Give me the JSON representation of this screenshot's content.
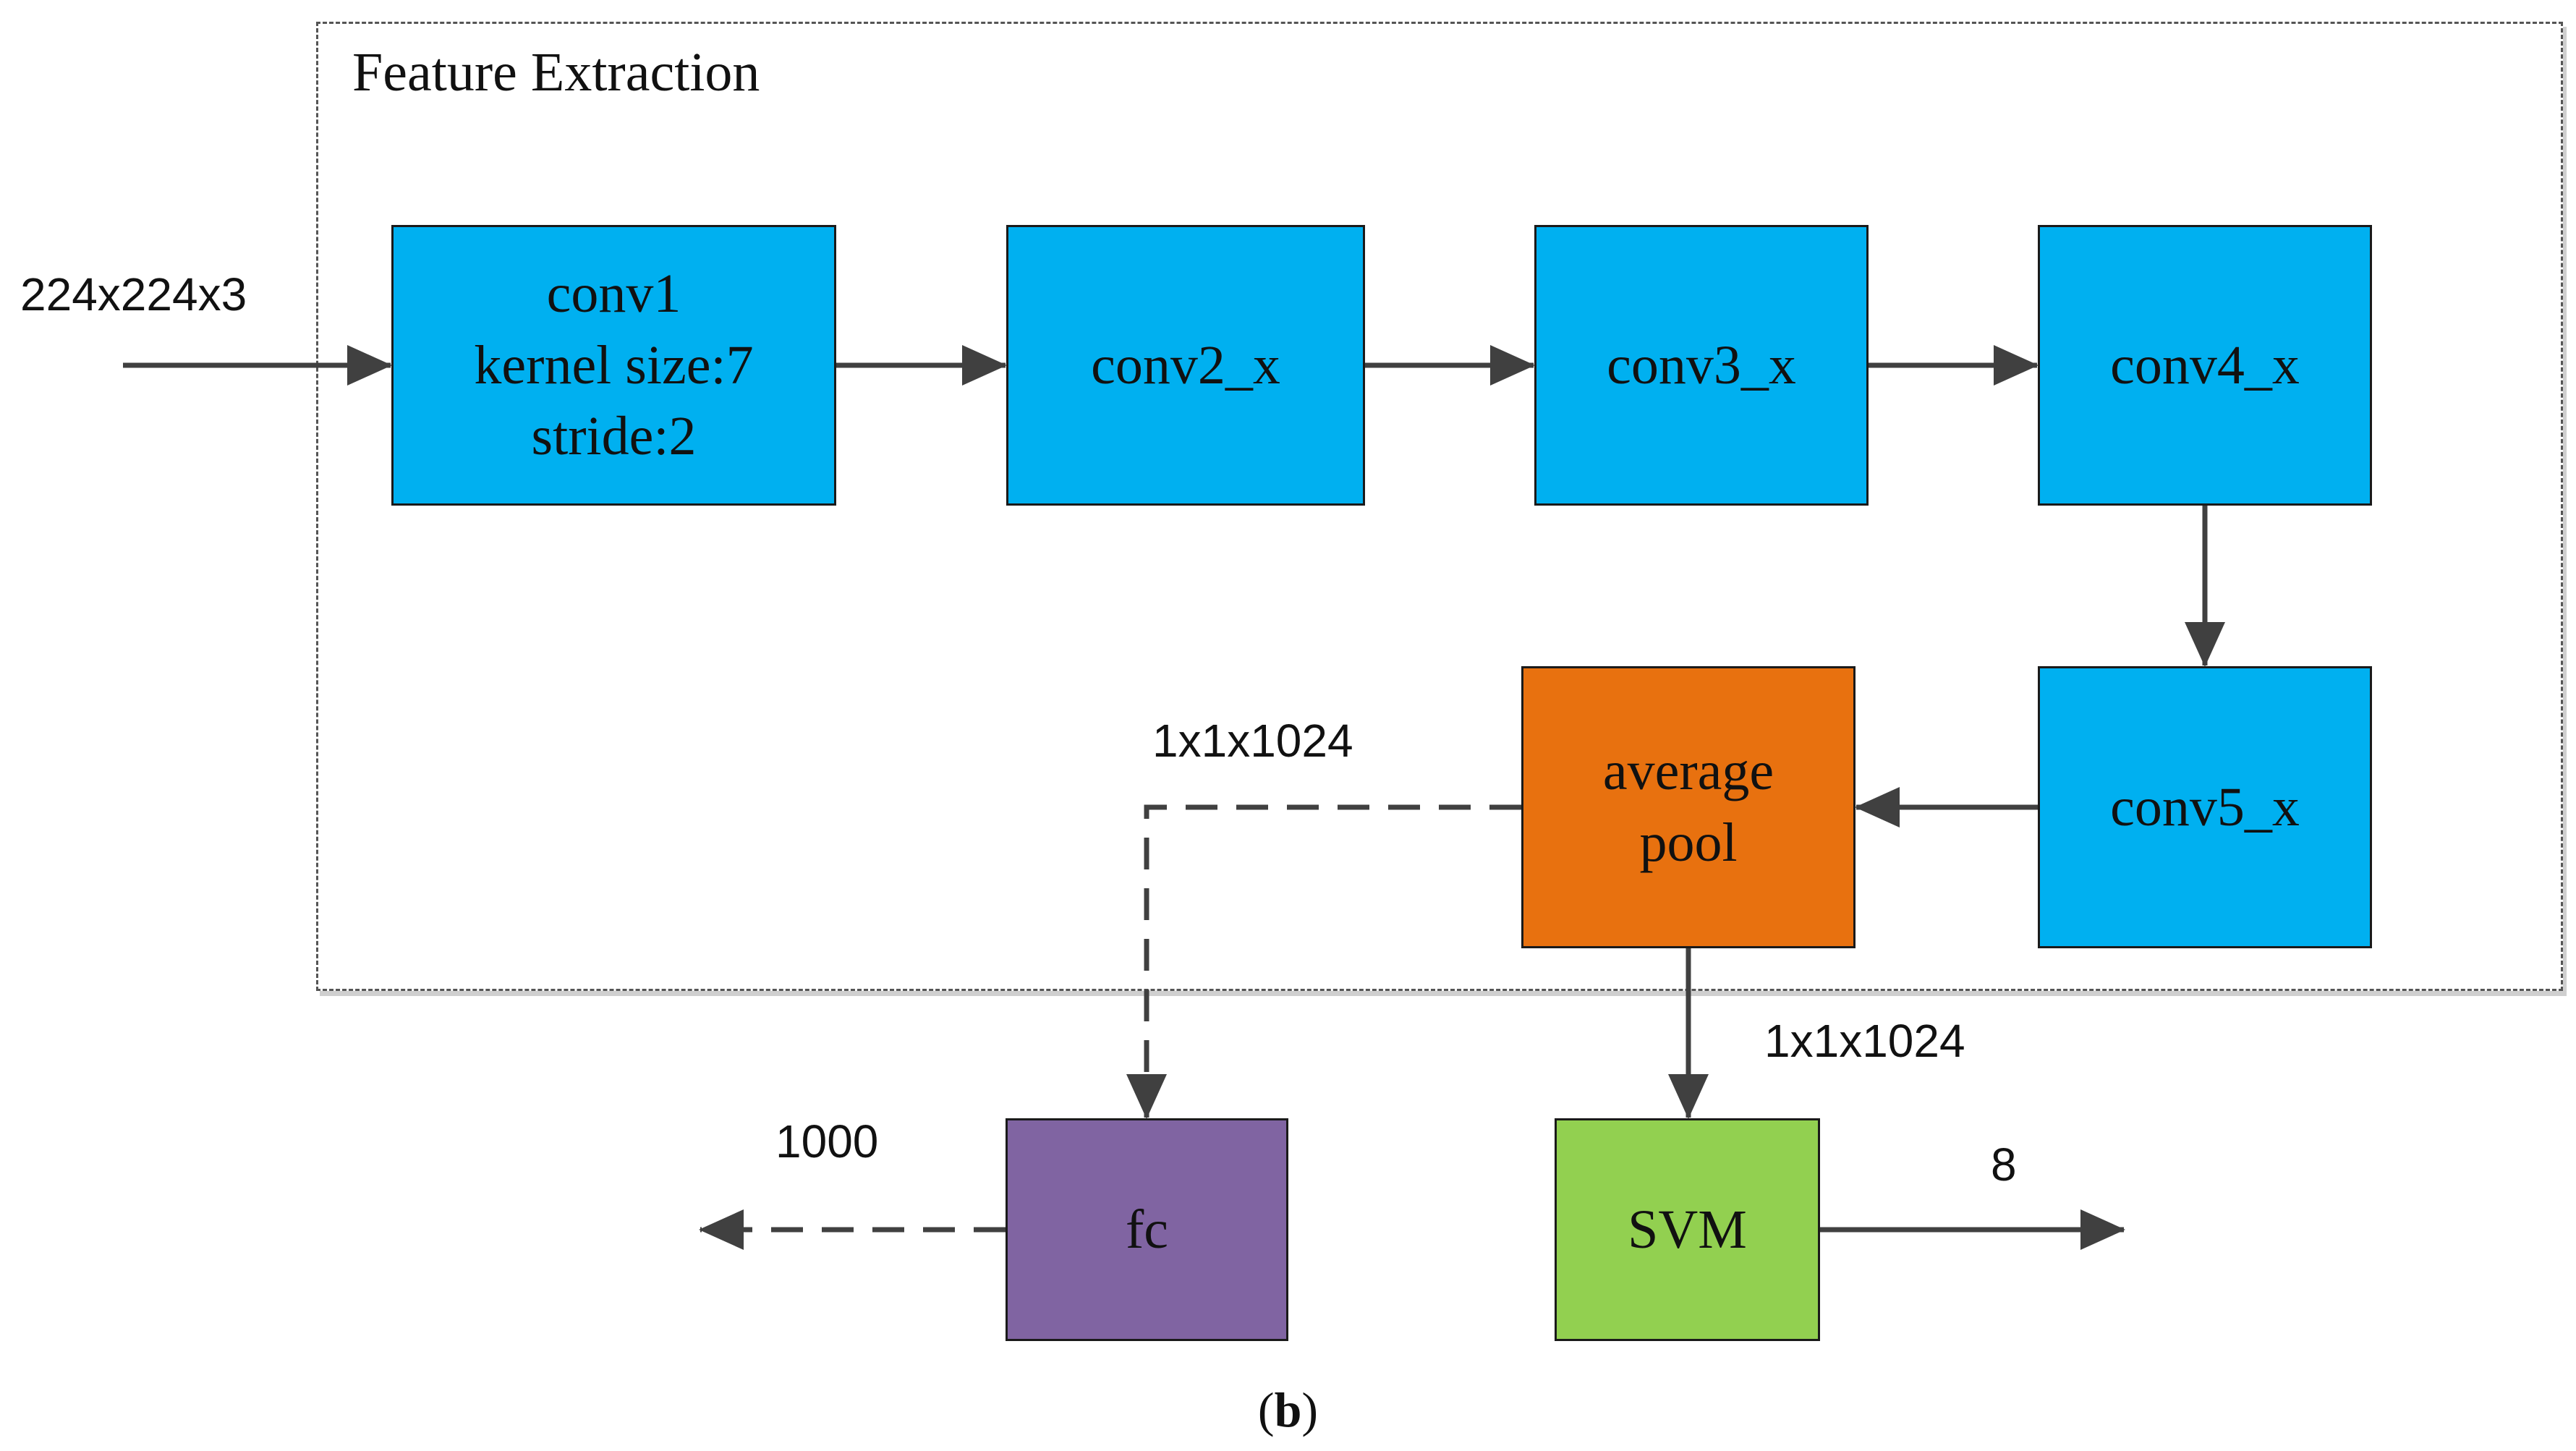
{
  "title": "Feature Extraction",
  "input_label": "224x224x3",
  "blocks": {
    "conv1": {
      "line1": "conv1",
      "line2": "kernel size:7",
      "line3": "stride:2"
    },
    "conv2": "conv2_x",
    "conv3": "conv3_x",
    "conv4": "conv4_x",
    "conv5": "conv5_x",
    "pool": {
      "line1": "average",
      "line2": "pool"
    },
    "fc": "fc",
    "svm": "SVM"
  },
  "edge_labels": {
    "pool_to_fc": "1x1x1024",
    "pool_to_svm": "1x1x1024",
    "fc_out": "1000",
    "svm_out": "8"
  },
  "caption": {
    "open": "(",
    "letter": "b",
    "close": ")"
  },
  "colors": {
    "conv": "#00b0f0",
    "pool": "#e8710f",
    "fc": "#8064a2",
    "svm": "#92d050",
    "arrow": "#404040"
  }
}
